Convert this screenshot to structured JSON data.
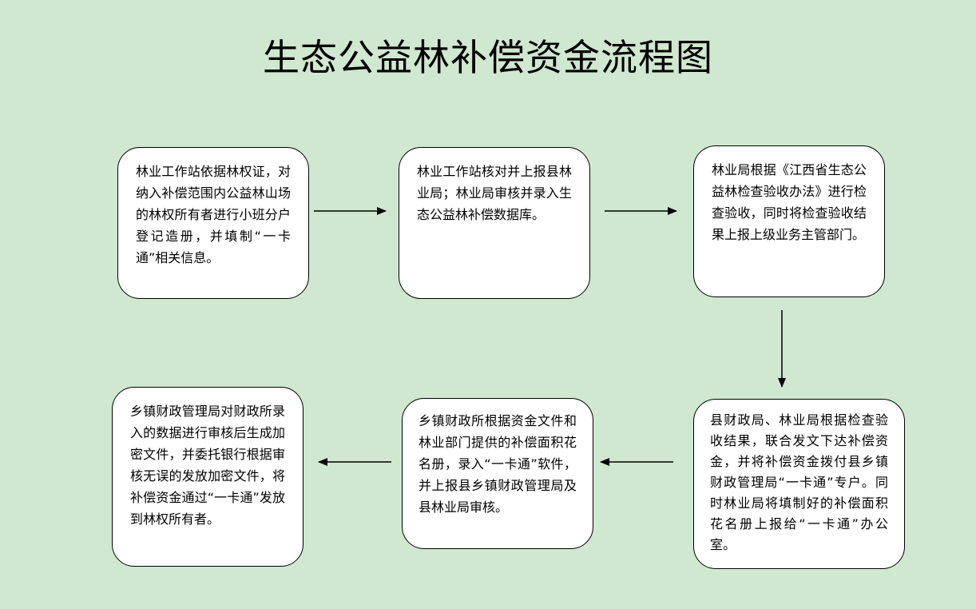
{
  "title": "生态公益林补偿资金流程图",
  "steps": [
    {
      "text": "林业工作站依据林权证，对纳入补偿范围内公益林山场的林权所有者进行小班分户登记造册，并填制“一卡通”相关信息。"
    },
    {
      "text": "林业工作站核对并上报县林业局；林业局审核并录入生态公益林补偿数据库。"
    },
    {
      "text": "林业局根据《江西省生态公益林检查验收办法》进行检查验收，同时将检查验收结果上报上级业务主管部门。"
    },
    {
      "text": "县财政局、林业局根据检查验收结果，联合发文下达补偿资金，并将补偿资金拨付县乡镇财政管理局“一卡通”专户。同时林业局将填制好的补偿面积花名册上报给“一卡通”办公室。"
    },
    {
      "text": "乡镇财政所根据资金文件和林业部门提供的补偿面积花名册，录入“一卡通”软件，并上报县乡镇财政管理局及县林业局审核。"
    },
    {
      "text": "乡镇财政管理局对财政所录入的数据进行审核后生成加密文件，并委托银行根据审核无误的发放加密文件，将补偿资金通过“一卡通”发放到林权所有者。"
    }
  ]
}
